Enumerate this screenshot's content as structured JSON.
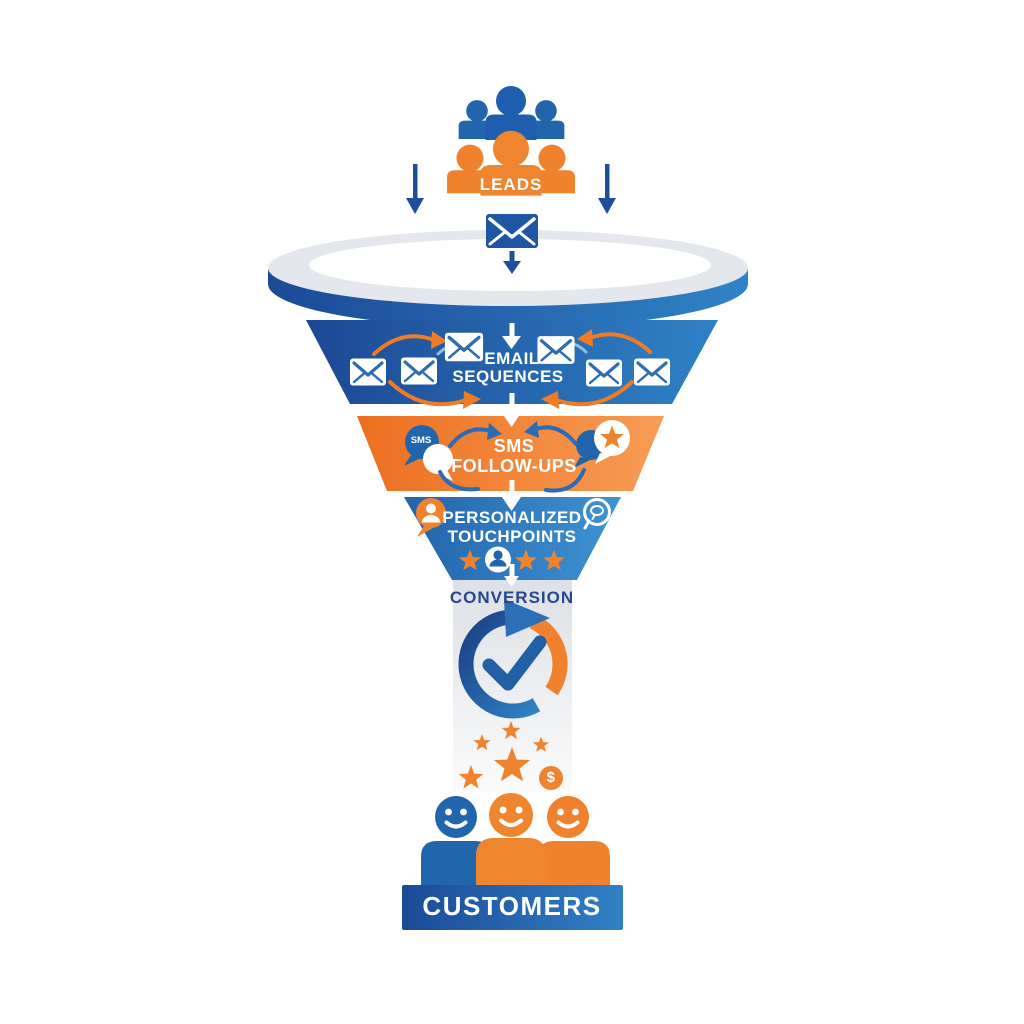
{
  "stages": {
    "leads": {
      "label": "LEADS"
    },
    "email": {
      "line1": "EMAIL",
      "line2": "SEQUENCES"
    },
    "sms": {
      "line1": "SMS",
      "line2": "FOLLOW-UPS",
      "bubble_text": "SMS"
    },
    "personalized": {
      "line1": "PERSONALIZED",
      "line2": "TOUCHPOINTS"
    },
    "conversion": {
      "label": "CONVERSION"
    },
    "rewards": {
      "dollar_sign": "$"
    },
    "customers": {
      "label": "CUSTOMERS"
    }
  },
  "icons": [
    "people-group-icon",
    "envelope-icon",
    "down-arrow-icon",
    "email-envelope-icon",
    "curved-arrow-icon",
    "sms-chat-bubble-icon",
    "star-chat-bubble-icon",
    "person-bubble-icon",
    "chat-outline-bubble-icon",
    "rating-star-icon",
    "person-circle-icon",
    "conversion-cycle-icon",
    "checkmark-icon",
    "dollar-coin-icon",
    "smiley-customer-icon"
  ],
  "colors": {
    "primary_blue": "#1d4b97",
    "light_blue": "#3184c7",
    "mid_blue": "#2a6cb5",
    "orange": "#f0812d",
    "orange_band_dark": "#ec6f1f",
    "orange_band_light": "#f89c55",
    "gray_rim": "#e4e7eb",
    "stem_gray": "#dde0e5",
    "conversion_text": "#27488f",
    "white": "#ffffff"
  }
}
